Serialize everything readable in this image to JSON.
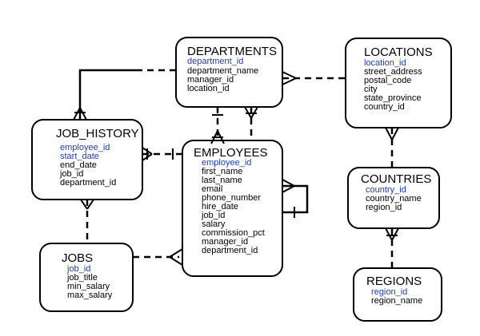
{
  "colors": {
    "primary_key": "#1f3bb3",
    "text": "#000000",
    "line": "#000000",
    "background": "#ffffff"
  },
  "entities": {
    "departments": {
      "title": "DEPARTMENTS",
      "attributes": [
        {
          "name": "department_id",
          "pk": true
        },
        {
          "name": "department_name",
          "pk": false
        },
        {
          "name": "manager_id",
          "pk": false
        },
        {
          "name": "location_id",
          "pk": false
        }
      ]
    },
    "locations": {
      "title": "LOCATIONS",
      "attributes": [
        {
          "name": "location_id",
          "pk": true
        },
        {
          "name": "street_address",
          "pk": false
        },
        {
          "name": "postal_code",
          "pk": false
        },
        {
          "name": "city",
          "pk": false
        },
        {
          "name": "state_province",
          "pk": false
        },
        {
          "name": "country_id",
          "pk": false
        }
      ]
    },
    "job_history": {
      "title": "JOB_HISTORY",
      "attributes": [
        {
          "name": "employee_id",
          "pk": true
        },
        {
          "name": "start_date",
          "pk": true
        },
        {
          "name": "end_date",
          "pk": false
        },
        {
          "name": "job_id",
          "pk": false
        },
        {
          "name": "department_id",
          "pk": false
        }
      ]
    },
    "employees": {
      "title": "EMPLOYEES",
      "attributes": [
        {
          "name": "employee_id",
          "pk": true
        },
        {
          "name": "first_name",
          "pk": false
        },
        {
          "name": "last_name",
          "pk": false
        },
        {
          "name": "email",
          "pk": false
        },
        {
          "name": "phone_number",
          "pk": false
        },
        {
          "name": "hire_date",
          "pk": false
        },
        {
          "name": "job_id",
          "pk": false
        },
        {
          "name": "salary",
          "pk": false
        },
        {
          "name": "commission_pct",
          "pk": false
        },
        {
          "name": "manager_id",
          "pk": false
        },
        {
          "name": "department_id",
          "pk": false
        }
      ]
    },
    "countries": {
      "title": "COUNTRIES",
      "attributes": [
        {
          "name": "country_id",
          "pk": true
        },
        {
          "name": "country_name",
          "pk": false
        },
        {
          "name": "region_id",
          "pk": false
        }
      ]
    },
    "jobs": {
      "title": "JOBS",
      "attributes": [
        {
          "name": "job_id",
          "pk": true
        },
        {
          "name": "job_title",
          "pk": false
        },
        {
          "name": "min_salary",
          "pk": false
        },
        {
          "name": "max_salary",
          "pk": false
        }
      ]
    },
    "regions": {
      "title": "REGIONS",
      "attributes": [
        {
          "name": "region_id",
          "pk": true
        },
        {
          "name": "region_name",
          "pk": false
        }
      ]
    }
  }
}
